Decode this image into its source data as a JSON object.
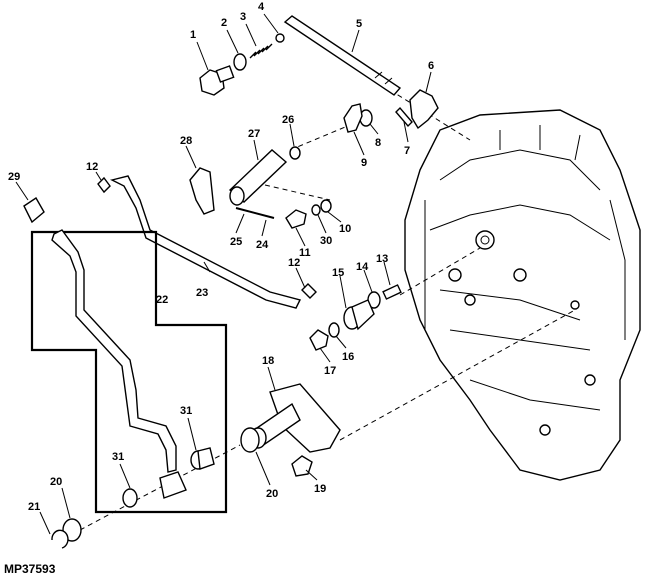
{
  "figure": {
    "id": "MP37593",
    "callouts": [
      {
        "key": "c1",
        "label": "1"
      },
      {
        "key": "c2",
        "label": "2"
      },
      {
        "key": "c3",
        "label": "3"
      },
      {
        "key": "c4",
        "label": "4"
      },
      {
        "key": "c5",
        "label": "5"
      },
      {
        "key": "c6",
        "label": "6"
      },
      {
        "key": "c7",
        "label": "7"
      },
      {
        "key": "c8",
        "label": "8"
      },
      {
        "key": "c9",
        "label": "9"
      },
      {
        "key": "c10",
        "label": "10"
      },
      {
        "key": "c11",
        "label": "11"
      },
      {
        "key": "c12a",
        "label": "12"
      },
      {
        "key": "c12b",
        "label": "12"
      },
      {
        "key": "c13",
        "label": "13"
      },
      {
        "key": "c14",
        "label": "14"
      },
      {
        "key": "c15",
        "label": "15"
      },
      {
        "key": "c16",
        "label": "16"
      },
      {
        "key": "c17",
        "label": "17"
      },
      {
        "key": "c18",
        "label": "18"
      },
      {
        "key": "c19",
        "label": "19"
      },
      {
        "key": "c20a",
        "label": "20"
      },
      {
        "key": "c20b",
        "label": "20"
      },
      {
        "key": "c21",
        "label": "21"
      },
      {
        "key": "c22",
        "label": "22"
      },
      {
        "key": "c23",
        "label": "23"
      },
      {
        "key": "c24",
        "label": "24"
      },
      {
        "key": "c25",
        "label": "25"
      },
      {
        "key": "c26",
        "label": "26"
      },
      {
        "key": "c27",
        "label": "27"
      },
      {
        "key": "c28",
        "label": "28"
      },
      {
        "key": "c29",
        "label": "29"
      },
      {
        "key": "c30",
        "label": "30"
      },
      {
        "key": "c31a",
        "label": "31"
      },
      {
        "key": "c31b",
        "label": "31"
      }
    ]
  }
}
